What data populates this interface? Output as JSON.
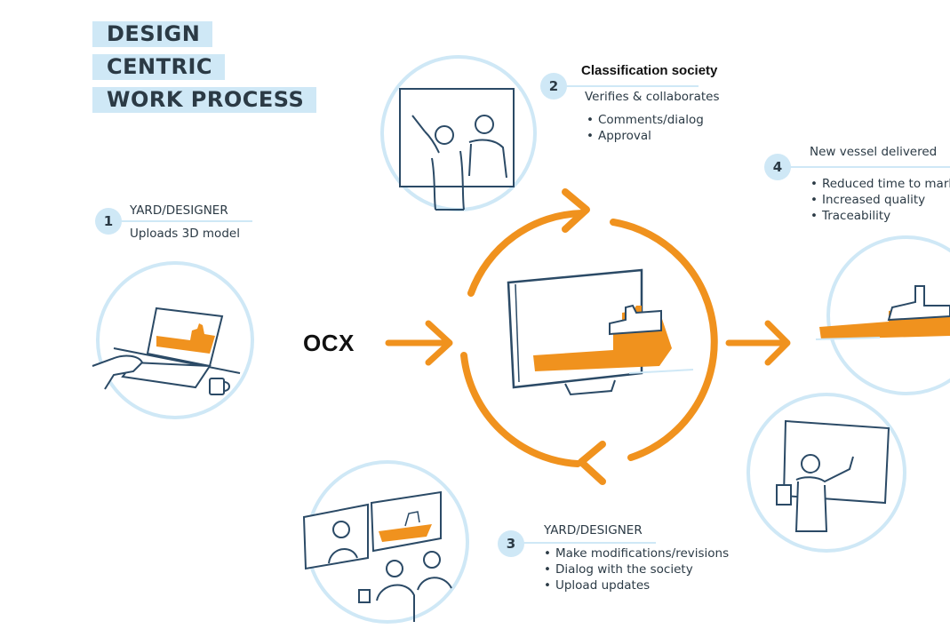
{
  "title": {
    "line1": "DESIGN",
    "line2": "CENTRIC",
    "line3": "WORK PROCESS"
  },
  "format_label": "OCX",
  "steps": [
    {
      "number": "1",
      "heading": "YARD/DESIGNER",
      "subtext": "Uploads 3D model",
      "bullets": []
    },
    {
      "number": "2",
      "heading": "Classification society",
      "subtext": "Verifies & collaborates",
      "bullets": [
        "Comments/dialog",
        "Approval"
      ]
    },
    {
      "number": "3",
      "heading": "YARD/DESIGNER",
      "subtext": "",
      "bullets": [
        "Make modifications/revisions",
        "Dialog with  the society",
        "Upload updates"
      ]
    },
    {
      "number": "4",
      "heading": "New vessel delivered",
      "subtext": "",
      "bullets": [
        "Reduced time to mark",
        "Increased quality",
        "Traceability"
      ]
    }
  ],
  "colors": {
    "accent_orange": "#f0921e",
    "circle_blue": "#cfe8f6",
    "line_navy": "#2b4a66",
    "text": "#2b3a45"
  },
  "icons": [
    "designer-laptop-icon",
    "review-whiteboard-icon",
    "video-call-icon",
    "delivered-vessel-icon",
    "presenter-icon",
    "central-monitor-ship-icon",
    "cycle-arrows-icon"
  ]
}
